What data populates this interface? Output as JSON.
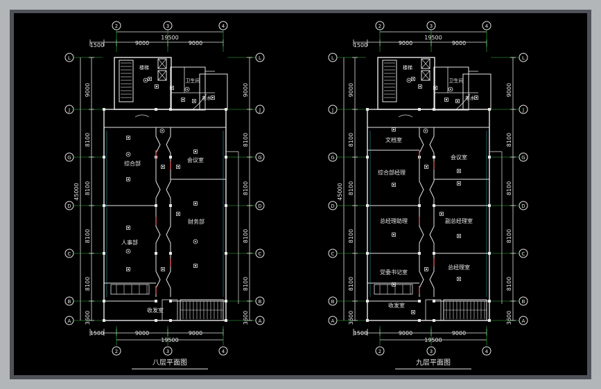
{
  "drawings": [
    {
      "title": "八层平面图",
      "top_dims": {
        "total": "19500",
        "left": "1500",
        "mid": "9000",
        "right": "9000"
      },
      "bottom_dims": {
        "total": "19500",
        "left": "1500",
        "mid": "9000",
        "right": "9000"
      },
      "left_total": "45000",
      "rooms": [
        {
          "id": "stair-top",
          "label": "楼梯"
        },
        {
          "id": "wc",
          "label": "卫生间"
        },
        {
          "id": "utility",
          "label": "茶水"
        },
        {
          "id": "zonghebu",
          "label": "综合部"
        },
        {
          "id": "meeting",
          "label": "会议室"
        },
        {
          "id": "renshi",
          "label": "人事部"
        },
        {
          "id": "caiwu",
          "label": "财务部"
        },
        {
          "id": "reception",
          "label": "收发室"
        }
      ]
    },
    {
      "title": "九层平面图",
      "top_dims": {
        "total": "19500",
        "left": "1500",
        "mid": "9000",
        "right": "9000"
      },
      "bottom_dims": {
        "total": "19500",
        "left": "1500",
        "mid": "9000",
        "right": "9000"
      },
      "left_total": "45000",
      "rooms": [
        {
          "id": "stair-top",
          "label": "楼梯"
        },
        {
          "id": "wc",
          "label": "卫生间"
        },
        {
          "id": "utility",
          "label": "茶水"
        },
        {
          "id": "archive",
          "label": "文档室"
        },
        {
          "id": "meeting",
          "label": "会议室"
        },
        {
          "id": "zhzhuli",
          "label": "综合部经理"
        },
        {
          "id": "zjlzhuli",
          "label": "总经理助理"
        },
        {
          "id": "fuzjl",
          "label": "副总经理室"
        },
        {
          "id": "dangwei",
          "label": "党委书记室"
        },
        {
          "id": "zongjingli",
          "label": "总经理室"
        },
        {
          "id": "reception",
          "label": "收发室"
        }
      ]
    }
  ],
  "row_axes": [
    "L",
    "J",
    "G",
    "D",
    "C",
    "B",
    "A"
  ],
  "col_axes": [
    "2",
    "3",
    "4"
  ],
  "row_dims": [
    "9000",
    "8100",
    "8100",
    "8100",
    "8100",
    "3600"
  ]
}
